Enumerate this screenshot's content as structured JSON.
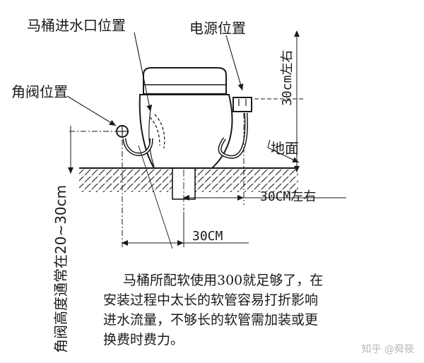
{
  "labels": {
    "inlet": "马桶进水口位置",
    "power": "电源位置",
    "angle_valve": "角阀位置",
    "ground": "地面",
    "power_height": "30cm左右",
    "drain_offset": "30CM左右",
    "inlet_offset": "30CM",
    "valve_height": "角阀高度通常在20~30cm"
  },
  "description": [
    "马桶所配软使用300就足够了，在",
    "安装过程中太长的软管容易打折影响",
    "进水流量，不够长的软管需加装或更",
    "换费时费力。"
  ],
  "watermark": "知乎 @舜筱",
  "colors": {
    "ink": "#1a1a1a",
    "watermark": "#b8b8b8",
    "background": "#ffffff"
  }
}
